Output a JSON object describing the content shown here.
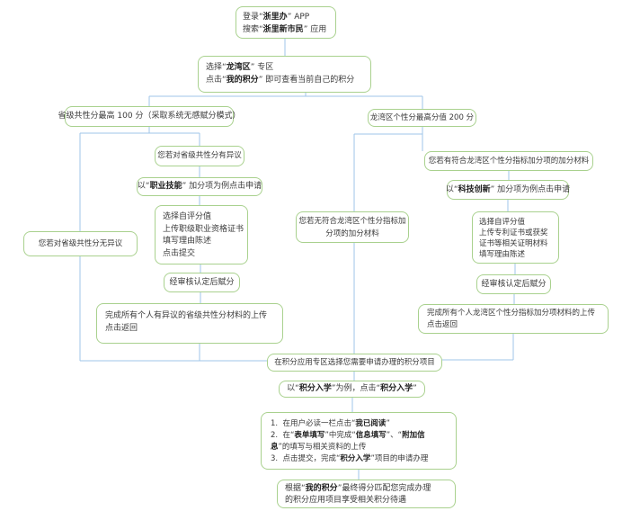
{
  "colors": {
    "box_border": "#a9d18e",
    "connector": "#9fc5e8",
    "text": "#3a3a3a",
    "text_bold": "#1f1f1f",
    "bg": "#ffffff"
  },
  "boxes": {
    "login": {
      "lines": [
        {
          "segs": [
            {
              "t": "登录“"
            },
            {
              "t": "浙里办",
              "b": true
            },
            {
              "t": "” APP"
            }
          ]
        },
        {
          "segs": [
            {
              "t": "搜索“"
            },
            {
              "t": "浙里新市民",
              "b": true
            },
            {
              "t": "” 应用"
            }
          ]
        }
      ]
    },
    "select_district": {
      "lines": [
        {
          "segs": [
            {
              "t": "选择“"
            },
            {
              "t": "龙湾区",
              "b": true
            },
            {
              "t": "” 专区"
            }
          ]
        },
        {
          "segs": [
            {
              "t": "点击“"
            },
            {
              "t": "我的积分",
              "b": true
            },
            {
              "t": "” 即可查看当前自己的积分"
            }
          ]
        }
      ]
    },
    "provincial_score": {
      "lines": [
        {
          "segs": [
            {
              "t": "省级共性分最高 100 分（采取系统无感赋分模式）"
            }
          ]
        }
      ]
    },
    "longwan_score": {
      "lines": [
        {
          "segs": [
            {
              "t": "龙湾区个性分最高分值 200 分"
            }
          ]
        }
      ]
    },
    "has_objection": {
      "lines": [
        {
          "segs": [
            {
              "t": "您若对省级共性分有异议"
            }
          ]
        }
      ]
    },
    "vocational_apply": {
      "lines": [
        {
          "segs": [
            {
              "t": "以“"
            },
            {
              "t": "职业技能",
              "b": true
            },
            {
              "t": "” 加分项为例点击申请"
            }
          ]
        }
      ]
    },
    "upload_left": {
      "lines": [
        {
          "segs": [
            {
              "t": "选择自评分值"
            }
          ]
        },
        {
          "segs": [
            {
              "t": "上传职级职业资格证书"
            }
          ]
        },
        {
          "segs": [
            {
              "t": "填写理由陈述"
            }
          ]
        },
        {
          "segs": [
            {
              "t": "点击提交"
            }
          ]
        }
      ]
    },
    "review_left": {
      "lines": [
        {
          "segs": [
            {
              "t": "经审核认定后赋分"
            }
          ]
        }
      ]
    },
    "no_objection": {
      "lines": [
        {
          "segs": [
            {
              "t": "您若对省级共性分无异议"
            }
          ]
        }
      ]
    },
    "complete_left": {
      "lines": [
        {
          "segs": [
            {
              "t": "完成所有个人有异议的省级共性分材料的上传"
            }
          ]
        },
        {
          "segs": [
            {
              "t": "点击返回"
            }
          ]
        }
      ]
    },
    "has_material": {
      "lines": [
        {
          "segs": [
            {
              "t": "您若有符合龙湾区个性分指标加分项的加分材料"
            }
          ]
        }
      ]
    },
    "tech_apply": {
      "lines": [
        {
          "segs": [
            {
              "t": "以“"
            },
            {
              "t": "科技创新",
              "b": true
            },
            {
              "t": "” 加分项为例点击申请"
            }
          ]
        }
      ]
    },
    "no_material": {
      "lines": [
        {
          "segs": [
            {
              "t": "您若无符合龙湾区个性分指标加"
            }
          ]
        },
        {
          "segs": [
            {
              "t": "分项的加分材料"
            }
          ]
        }
      ]
    },
    "upload_right": {
      "lines": [
        {
          "segs": [
            {
              "t": "选择自评分值"
            }
          ]
        },
        {
          "segs": [
            {
              "t": "上传专利证书或获奖"
            }
          ]
        },
        {
          "segs": [
            {
              "t": "证书等相关证明材料"
            }
          ]
        },
        {
          "segs": [
            {
              "t": "填写理由陈述"
            }
          ]
        }
      ]
    },
    "review_right": {
      "lines": [
        {
          "segs": [
            {
              "t": "经审核认定后赋分"
            }
          ]
        }
      ]
    },
    "complete_right": {
      "lines": [
        {
          "segs": [
            {
              "t": "完成所有个人龙湾区个性分指标加分项材料的上传"
            }
          ]
        },
        {
          "segs": [
            {
              "t": "点击返回"
            }
          ]
        }
      ]
    },
    "select_project": {
      "lines": [
        {
          "segs": [
            {
              "t": "在积分应用专区选择您需要申请办理的积分项目"
            }
          ]
        }
      ]
    },
    "enroll_example": {
      "lines": [
        {
          "segs": [
            {
              "t": "以“"
            },
            {
              "t": "积分入学",
              "b": true
            },
            {
              "t": "”为例，点击“"
            },
            {
              "t": "积分入学",
              "b": true
            },
            {
              "t": "”"
            }
          ]
        }
      ]
    },
    "steps": {
      "lines": [
        {
          "segs": [
            {
              "t": "1.  在用户必读一栏点击“"
            },
            {
              "t": "我已阅读",
              "b": true
            },
            {
              "t": "”"
            }
          ]
        },
        {
          "segs": [
            {
              "t": "2.  在“"
            },
            {
              "t": "表单填写",
              "b": true
            },
            {
              "t": "”中完成“"
            },
            {
              "t": "信息填写",
              "b": true
            },
            {
              "t": "”、“"
            },
            {
              "t": "附加信",
              "b": true
            }
          ]
        },
        {
          "segs": [
            {
              "t": "息",
              "b": true
            },
            {
              "t": "”的填写与相关资料的上传"
            }
          ]
        },
        {
          "segs": [
            {
              "t": "3.  点击提交，完成“"
            },
            {
              "t": "积分入学",
              "b": true
            },
            {
              "t": "”项目的申请办理"
            }
          ]
        }
      ]
    },
    "final_benefit": {
      "lines": [
        {
          "segs": [
            {
              "t": "根据“"
            },
            {
              "t": "我的积分",
              "b": true
            },
            {
              "t": "”最终得分匹配您完成办理"
            }
          ]
        },
        {
          "segs": [
            {
              "t": "的积分应用项目享受相关积分待遇"
            }
          ]
        }
      ]
    }
  }
}
